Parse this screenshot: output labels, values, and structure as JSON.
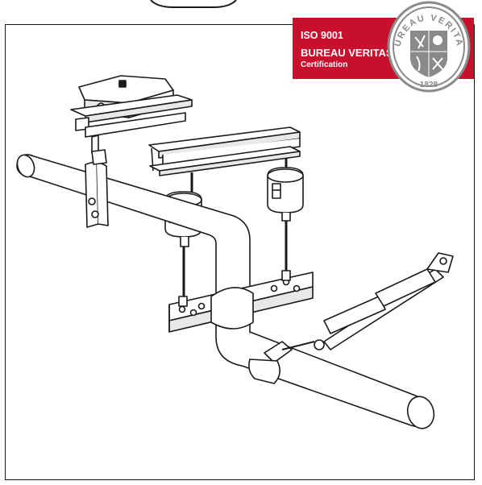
{
  "banner": {
    "standard": "ISO 9001",
    "company": "BUREAU VERITAS",
    "label": "Certification"
  },
  "seal": {
    "ring_top": "BUREAU VERITAS",
    "year": "1828"
  },
  "colors": {
    "banner_red": "#c8102e",
    "seal_gray": "#8a8a8a",
    "line": "#1a1a1a"
  },
  "illustration": {
    "subject": "pipe-hanger-assembly",
    "icons": [
      "spring-hanger-icon",
      "beam-icon",
      "pipe-icon",
      "snubber-icon",
      "clamp-icon"
    ]
  }
}
